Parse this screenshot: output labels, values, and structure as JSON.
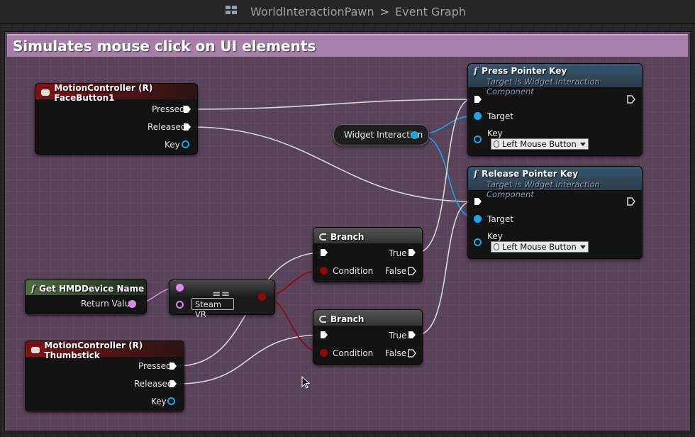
{
  "header": {
    "blueprint": "WorldInteractionPawn",
    "separator": ">",
    "graph": "Event Graph"
  },
  "comment": {
    "title": "Simulates mouse click on UI elements"
  },
  "nodes": {
    "face_button": {
      "title": "MotionController (R) FaceButton1",
      "pins": [
        "Pressed",
        "Released",
        "Key"
      ]
    },
    "thumbstick": {
      "title": "MotionController (R) Thumbstick",
      "pins": [
        "Pressed",
        "Released",
        "Key"
      ]
    },
    "get_hmd": {
      "title": "Get HMDDevice Name",
      "pins": [
        "Return Value"
      ]
    },
    "equals": {
      "symbol": "==",
      "literal": "Steam VR"
    },
    "widget_interaction": {
      "label": "Widget Interaction"
    },
    "branch1": {
      "title": "Branch",
      "pins": [
        "True",
        "Condition",
        "False"
      ]
    },
    "branch2": {
      "title": "Branch",
      "pins": [
        "True",
        "Condition",
        "False"
      ]
    },
    "press_pointer": {
      "title": "Press Pointer Key",
      "subtitle": "Target is Widget Interaction Component",
      "pins": [
        "Target",
        "Key"
      ],
      "key_value": "Left Mouse Button"
    },
    "release_pointer": {
      "title": "Release Pointer Key",
      "subtitle": "Target is Widget Interaction Component",
      "pins": [
        "Target",
        "Key"
      ],
      "key_value": "Left Mouse Button"
    }
  },
  "colors": {
    "exec": "#ffffff",
    "object_pin": "#1aa6ec",
    "string_pin": "#d88be8",
    "bool_pin": "#8c0a0a",
    "comment": "#a77fa9",
    "event_header": "#7d1414",
    "function_header": "#37566e"
  },
  "icons": [
    "blueprint-graph-icon",
    "gamepad-icon",
    "function-icon",
    "branch-icon",
    "key-icon",
    "mouse-cursor-icon"
  ]
}
